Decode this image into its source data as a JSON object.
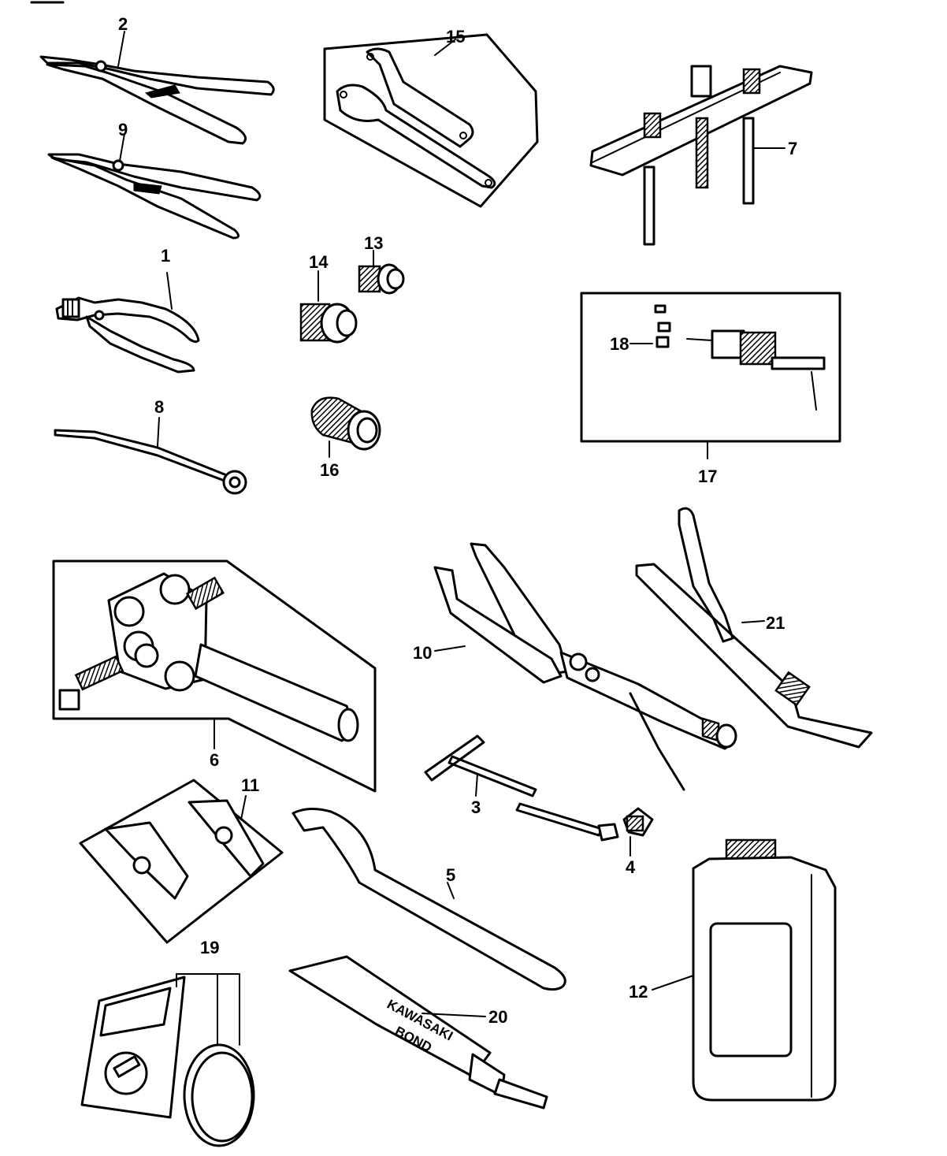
{
  "diagram": {
    "callouts": [
      {
        "id": "1",
        "text": "1"
      },
      {
        "id": "2",
        "text": "2"
      },
      {
        "id": "3",
        "text": "3"
      },
      {
        "id": "4",
        "text": "4"
      },
      {
        "id": "5",
        "text": "5"
      },
      {
        "id": "6",
        "text": "6"
      },
      {
        "id": "7",
        "text": "7"
      },
      {
        "id": "8",
        "text": "8"
      },
      {
        "id": "9",
        "text": "9"
      },
      {
        "id": "10",
        "text": "10"
      },
      {
        "id": "11",
        "text": "11"
      },
      {
        "id": "12",
        "text": "12"
      },
      {
        "id": "13",
        "text": "13"
      },
      {
        "id": "14",
        "text": "14"
      },
      {
        "id": "15",
        "text": "15"
      },
      {
        "id": "16",
        "text": "16"
      },
      {
        "id": "17",
        "text": "17"
      },
      {
        "id": "18",
        "text": "18"
      },
      {
        "id": "19",
        "text": "19"
      },
      {
        "id": "20",
        "text": "20"
      },
      {
        "id": "21",
        "text": "21"
      }
    ],
    "tube_label": {
      "line1": "KAWASAKI",
      "line2": "BOND"
    }
  }
}
